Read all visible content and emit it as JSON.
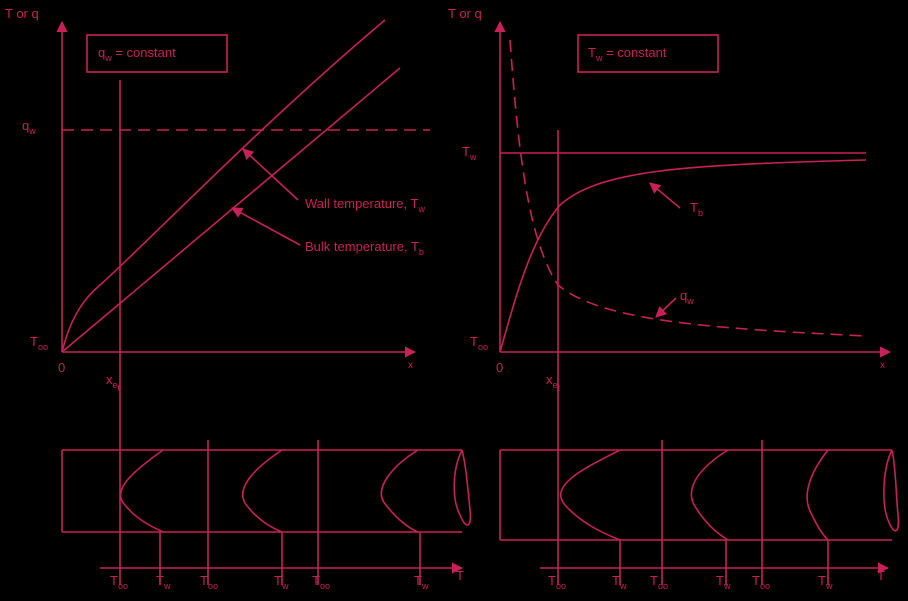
{
  "left": {
    "y_axis_label": "T or q",
    "box_label": {
      "main": "q",
      "sub": "w",
      "rest": " = constant"
    },
    "qw_label": {
      "main": "q",
      "sub": "w"
    },
    "t_inf_label": {
      "main": "T",
      "sub": "oo"
    },
    "origin_label": "0",
    "x_label": "x",
    "xe_label": {
      "main": "x",
      "sub": "e",
      "subsub": "t"
    },
    "wall_label": {
      "main": "Wall temperature, T",
      "sub": "w"
    },
    "bulk_label": {
      "main": "Bulk temperature, T",
      "sub": "b"
    },
    "t_axis_label": "T",
    "tube_ticks": [
      {
        "main": "T",
        "sub": "oo"
      },
      {
        "main": "T",
        "sub": "w"
      },
      {
        "main": "T",
        "sub": "oo"
      },
      {
        "main": "T",
        "sub": "w"
      },
      {
        "main": "T",
        "sub": "oo"
      },
      {
        "main": "T",
        "sub": "w"
      }
    ]
  },
  "right": {
    "y_axis_label": "T or q",
    "box_label": {
      "main": "T",
      "sub": "w",
      "rest": " = constant"
    },
    "tw_label": {
      "main": "T",
      "sub": "w"
    },
    "t_inf_label": {
      "main": "T",
      "sub": "oo"
    },
    "origin_label": "0",
    "x_label": "x",
    "xe_label": {
      "main": "x",
      "sub": "e",
      "subsub": "t"
    },
    "tb_label": {
      "main": "T",
      "sub": "b"
    },
    "qw_curve_label": {
      "main": "q",
      "sub": "w"
    },
    "t_axis_label": "T",
    "tube_ticks": [
      {
        "main": "T",
        "sub": "oo"
      },
      {
        "main": "T",
        "sub": "w"
      },
      {
        "main": "T",
        "sub": "oo"
      },
      {
        "main": "T",
        "sub": "w"
      },
      {
        "main": "T",
        "sub": "oo"
      },
      {
        "main": "T",
        "sub": "w"
      }
    ]
  },
  "colors": {
    "line": "#c8205a",
    "background": "#000000"
  }
}
